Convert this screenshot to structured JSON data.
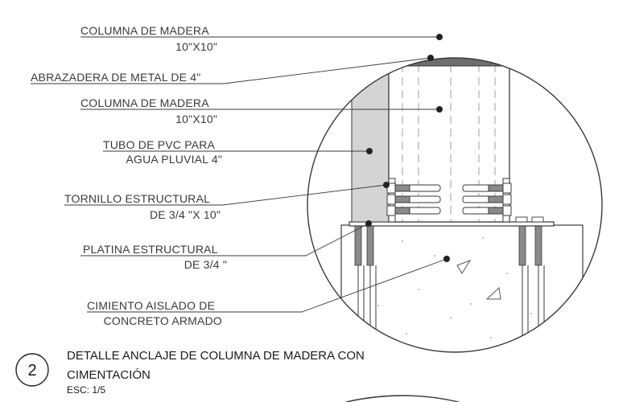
{
  "labels": {
    "columna_1": {
      "line1": "COLUMNA DE MADERA",
      "line2": "10\"X10\""
    },
    "abrazadera": {
      "line1": "ABRAZADERA DE METAL DE 4\""
    },
    "columna_2": {
      "line1": "COLUMNA DE MADERA",
      "line2": "10\"X10\""
    },
    "tubo_pvc": {
      "line1": "TUBO DE PVC PARA",
      "line2": "AGUA PLUVIAL 4\""
    },
    "tornillo": {
      "line1": "TORNILLO ESTRUCTURAL",
      "line2": "DE 3/4 \"X 10\""
    },
    "platina": {
      "line1": "PLATINA ESTRUCTURAL",
      "line2": "DE 3/4 \""
    },
    "cimiento": {
      "line1": "CIMIENTO AISLADO DE",
      "line2": "CONCRETO ARMADO"
    }
  },
  "title_block": {
    "number": "2",
    "title_line1": "DETALLE ANCLAJE DE COLUMNA DE MADERA CON",
    "title_line2": "CIMENTACIÓN",
    "scale": "ESC: 1/5"
  },
  "colors": {
    "line": "#3a3a3a",
    "pvc_fill": "#d4d4d4",
    "clamp_fill": "#6e6e6e",
    "bolt_fill": "#8a8a8a"
  }
}
